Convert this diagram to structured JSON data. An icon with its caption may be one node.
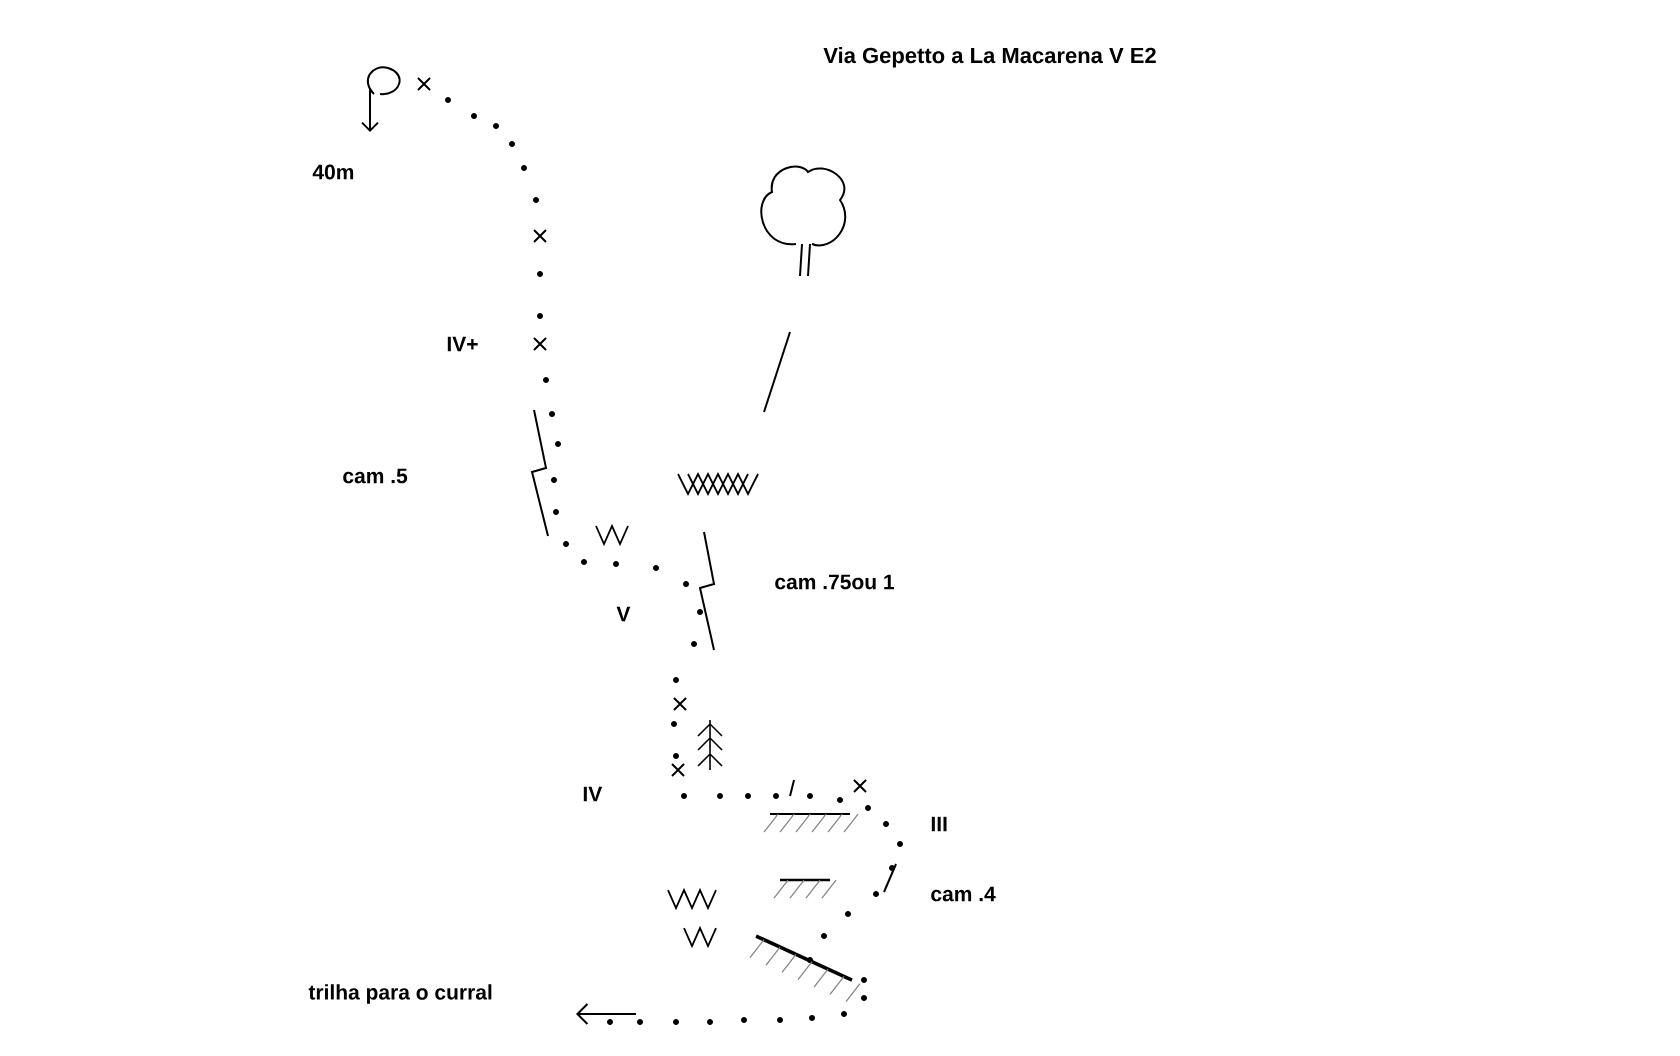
{
  "diagram": {
    "title": "Via Gepetto a La Macarena V E2",
    "labels": [
      "40m",
      "IV+",
      "cam .5",
      "cam .75ou 1",
      "V",
      "IV",
      "III",
      "cam .4",
      "trilha para o curral"
    ]
  }
}
